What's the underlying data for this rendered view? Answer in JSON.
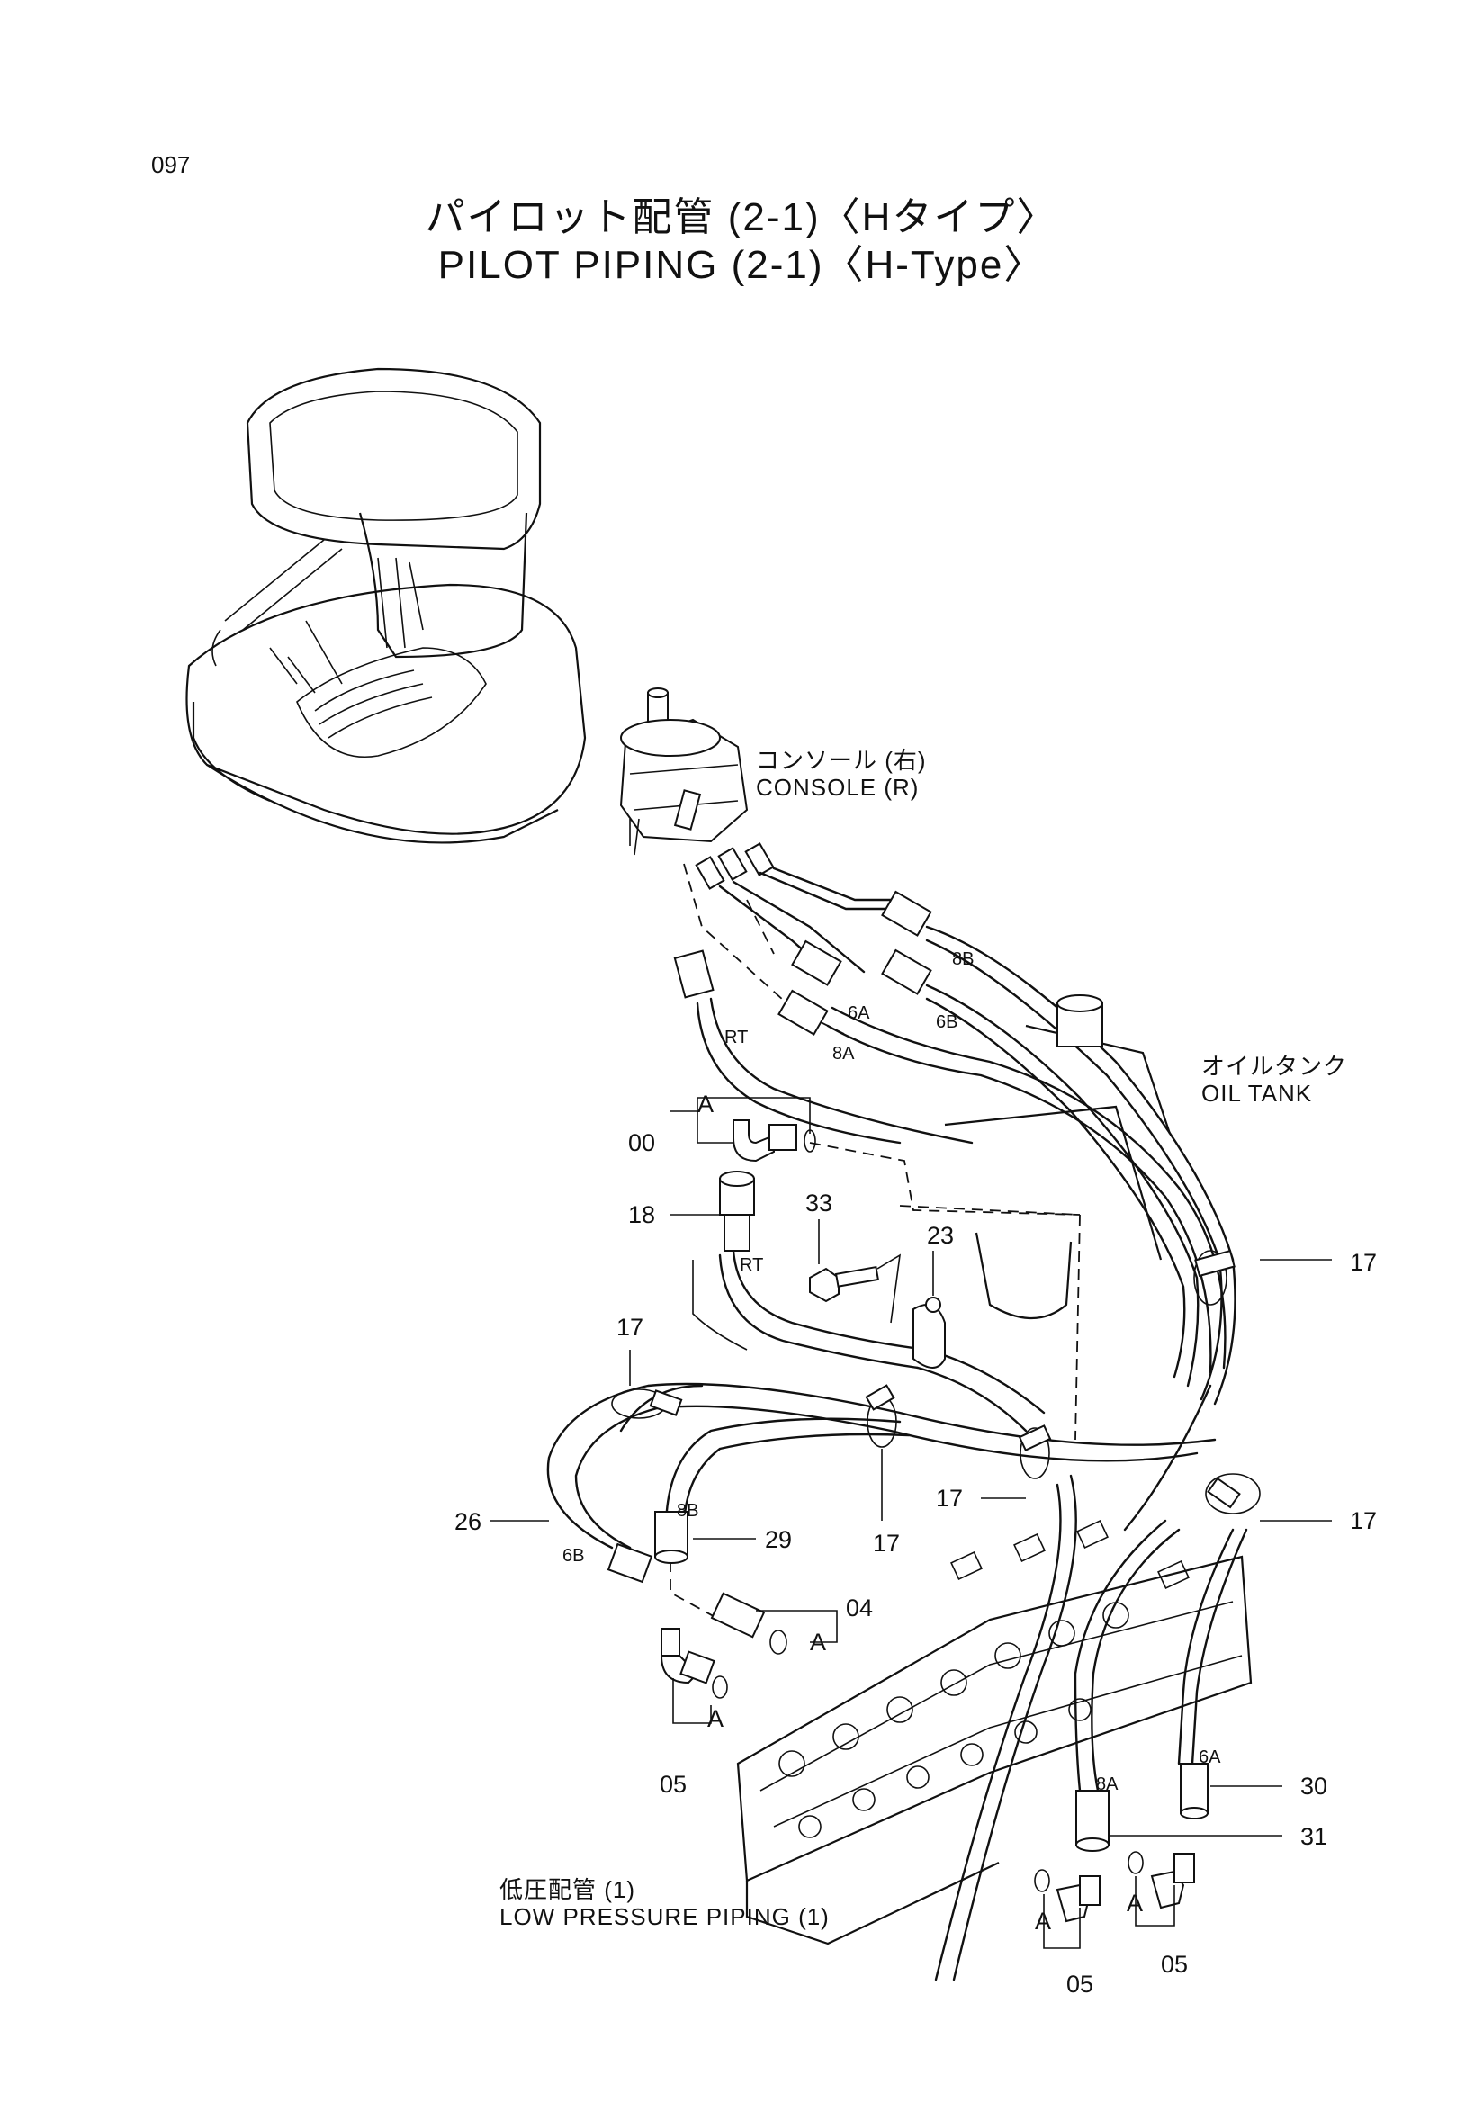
{
  "page_number": "097",
  "title_jp": "パイロット配管 (2-1)〈Hタイプ〉",
  "title_en": "PILOT PIPING (2-1)〈H-Type〉",
  "labels": {
    "console_jp": "コンソール (右)",
    "console_en": "CONSOLE (R)",
    "oiltank_jp": "オイルタンク",
    "oiltank_en": "OIL TANK",
    "lowpress_jp": "低圧配管 (1)",
    "lowpress_en": "LOW PRESSURE PIPING (1)"
  },
  "port_marks": {
    "p8b_top": "8B",
    "p6a_top": "6A",
    "p6b_top": "6B",
    "p8a_top": "8A",
    "rt_top": "RT",
    "rt_mid": "RT",
    "p8b_low": "8B",
    "p6b_low": "6B",
    "p6a_low": "6A",
    "p8a_low": "8A",
    "a_00": "A",
    "a_04": "A",
    "a_05l": "A",
    "a_05b1": "A",
    "a_05b2": "A"
  },
  "part_numbers": {
    "p00": "00",
    "p18": "18",
    "p33": "33",
    "p23": "23",
    "p17_right_top": "17",
    "p17_left": "17",
    "p17_mid": "17",
    "p17_low": "17",
    "p17_right_low": "17",
    "p26": "26",
    "p29": "29",
    "p04": "04",
    "p05_left": "05",
    "p30": "30",
    "p31": "31",
    "p05_bottom1": "05",
    "p05_bottom2": "05"
  }
}
